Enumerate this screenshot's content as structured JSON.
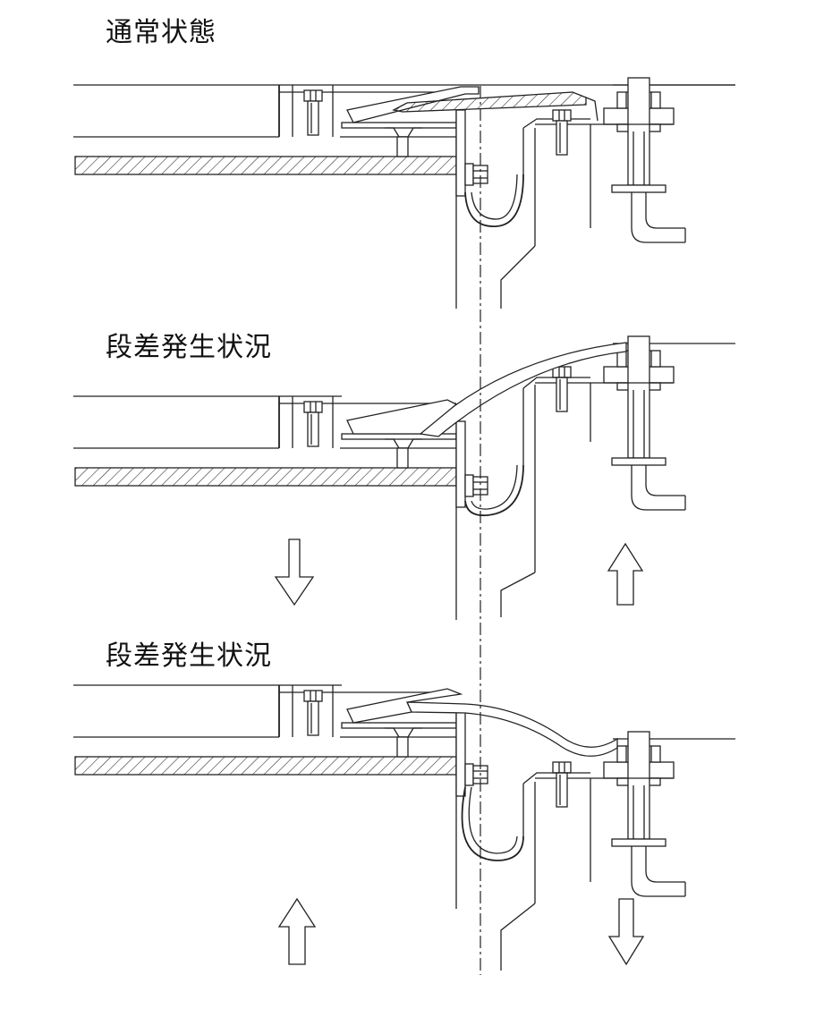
{
  "headings": {
    "normal": "通常状態",
    "step1": "段差発生状況",
    "step2": "段差発生状況"
  },
  "colors": {
    "line": "#222222",
    "background": "#ffffff"
  },
  "arrows": {
    "step1_left": "down-arrow",
    "step1_right": "up-arrow",
    "step2_left": "up-arrow",
    "step2_right": "down-arrow"
  }
}
